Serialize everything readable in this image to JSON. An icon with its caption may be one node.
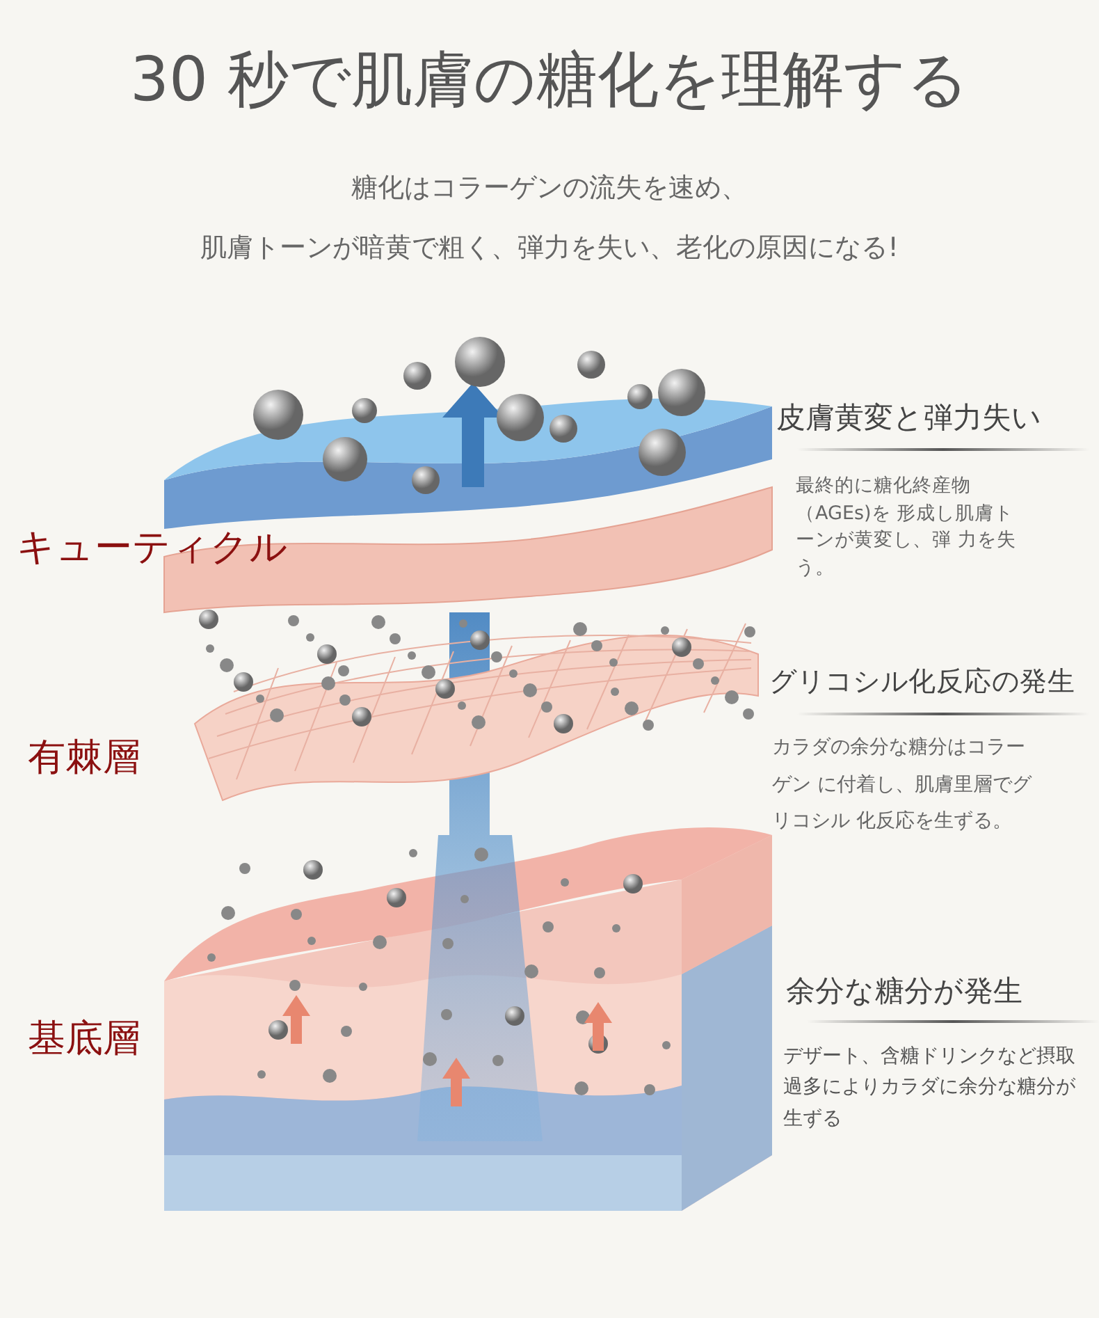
{
  "diagram": {
    "title": "30 秒で肌膚の糖化を理解する",
    "labels": [
      "糖化はコラーゲンの流失を速め、",
      "肌膚トーンが暗黄で粗く、弾力を失い、老化の原因になる!",
      "皮膚黄変と弾力失い",
      "キューティクル",
      "最終的に糖化終産物（AGEs)を 形成し肌膚トーンが黄変し、弾 力を失う。",
      "グリコシル化反応の発生",
      "有棘層",
      "カラダの余分な糖分はコラーゲン に付着し、肌膚里層でグリコシル 化反応を生ずる。",
      "余分な糖分が発生",
      "基底層",
      "デザート、含糖ドリンクなど摂取過多によりカラダに余分な糖分が生ずる"
    ]
  }
}
